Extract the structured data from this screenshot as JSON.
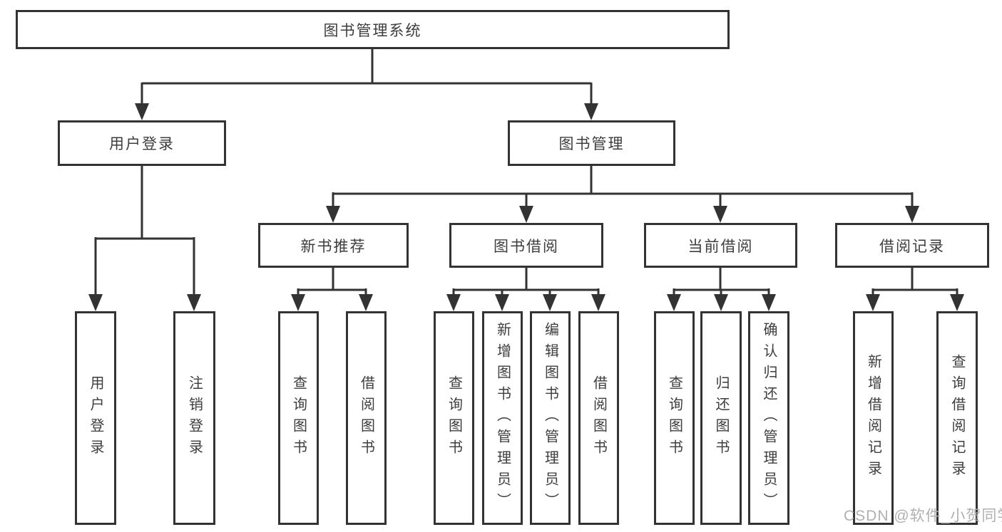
{
  "tree": {
    "root": {
      "label": "图书管理系统"
    },
    "branches": [
      {
        "label": "用户登录",
        "children": [
          {
            "label": "用户登录"
          },
          {
            "label": "注销登录"
          }
        ]
      },
      {
        "label": "图书管理",
        "children": [
          {
            "label": "新书推荐",
            "children": [
              {
                "label": "查询图书"
              },
              {
                "label": "借阅图书"
              }
            ]
          },
          {
            "label": "图书借阅",
            "children": [
              {
                "label": "查询图书"
              },
              {
                "label": "新增图书（管理员）"
              },
              {
                "label": "编辑图书（管理员）"
              },
              {
                "label": "借阅图书"
              }
            ]
          },
          {
            "label": "当前借阅",
            "children": [
              {
                "label": "查询图书"
              },
              {
                "label": "归还图书"
              },
              {
                "label": "确认归还（管理员）"
              }
            ]
          },
          {
            "label": "借阅记录",
            "children": [
              {
                "label": "新增借阅记录"
              },
              {
                "label": "查询借阅记录"
              }
            ]
          }
        ]
      }
    ]
  },
  "watermark": {
    "text": "CSDN @软件_小贺同学"
  },
  "colors": {
    "line": "#333333",
    "text": "#3d3d3d",
    "watermark": "#b0b0b0",
    "background": "#ffffff"
  }
}
